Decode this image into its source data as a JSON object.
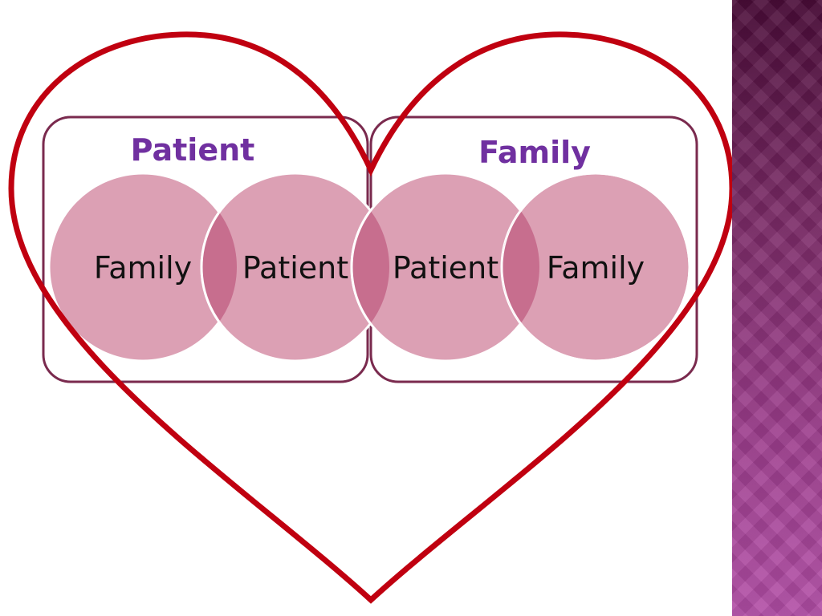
{
  "colors": {
    "accent_band_top": "#4a0c38",
    "accent_band_bottom": "#b24ea6",
    "group_box_stroke": "#7a2a4e",
    "group_title": "#7030a0",
    "circle_fill": "#dca0b4",
    "circle_overlap": "#c76e8e",
    "heart_stroke": "#c00010",
    "label_text": "#111111"
  },
  "groups": [
    {
      "title": "Patient",
      "circles": [
        {
          "label": "Family"
        },
        {
          "label": "Patient"
        }
      ]
    },
    {
      "title": "Family",
      "circles": [
        {
          "label": "Patient"
        },
        {
          "label": "Family"
        }
      ]
    }
  ]
}
